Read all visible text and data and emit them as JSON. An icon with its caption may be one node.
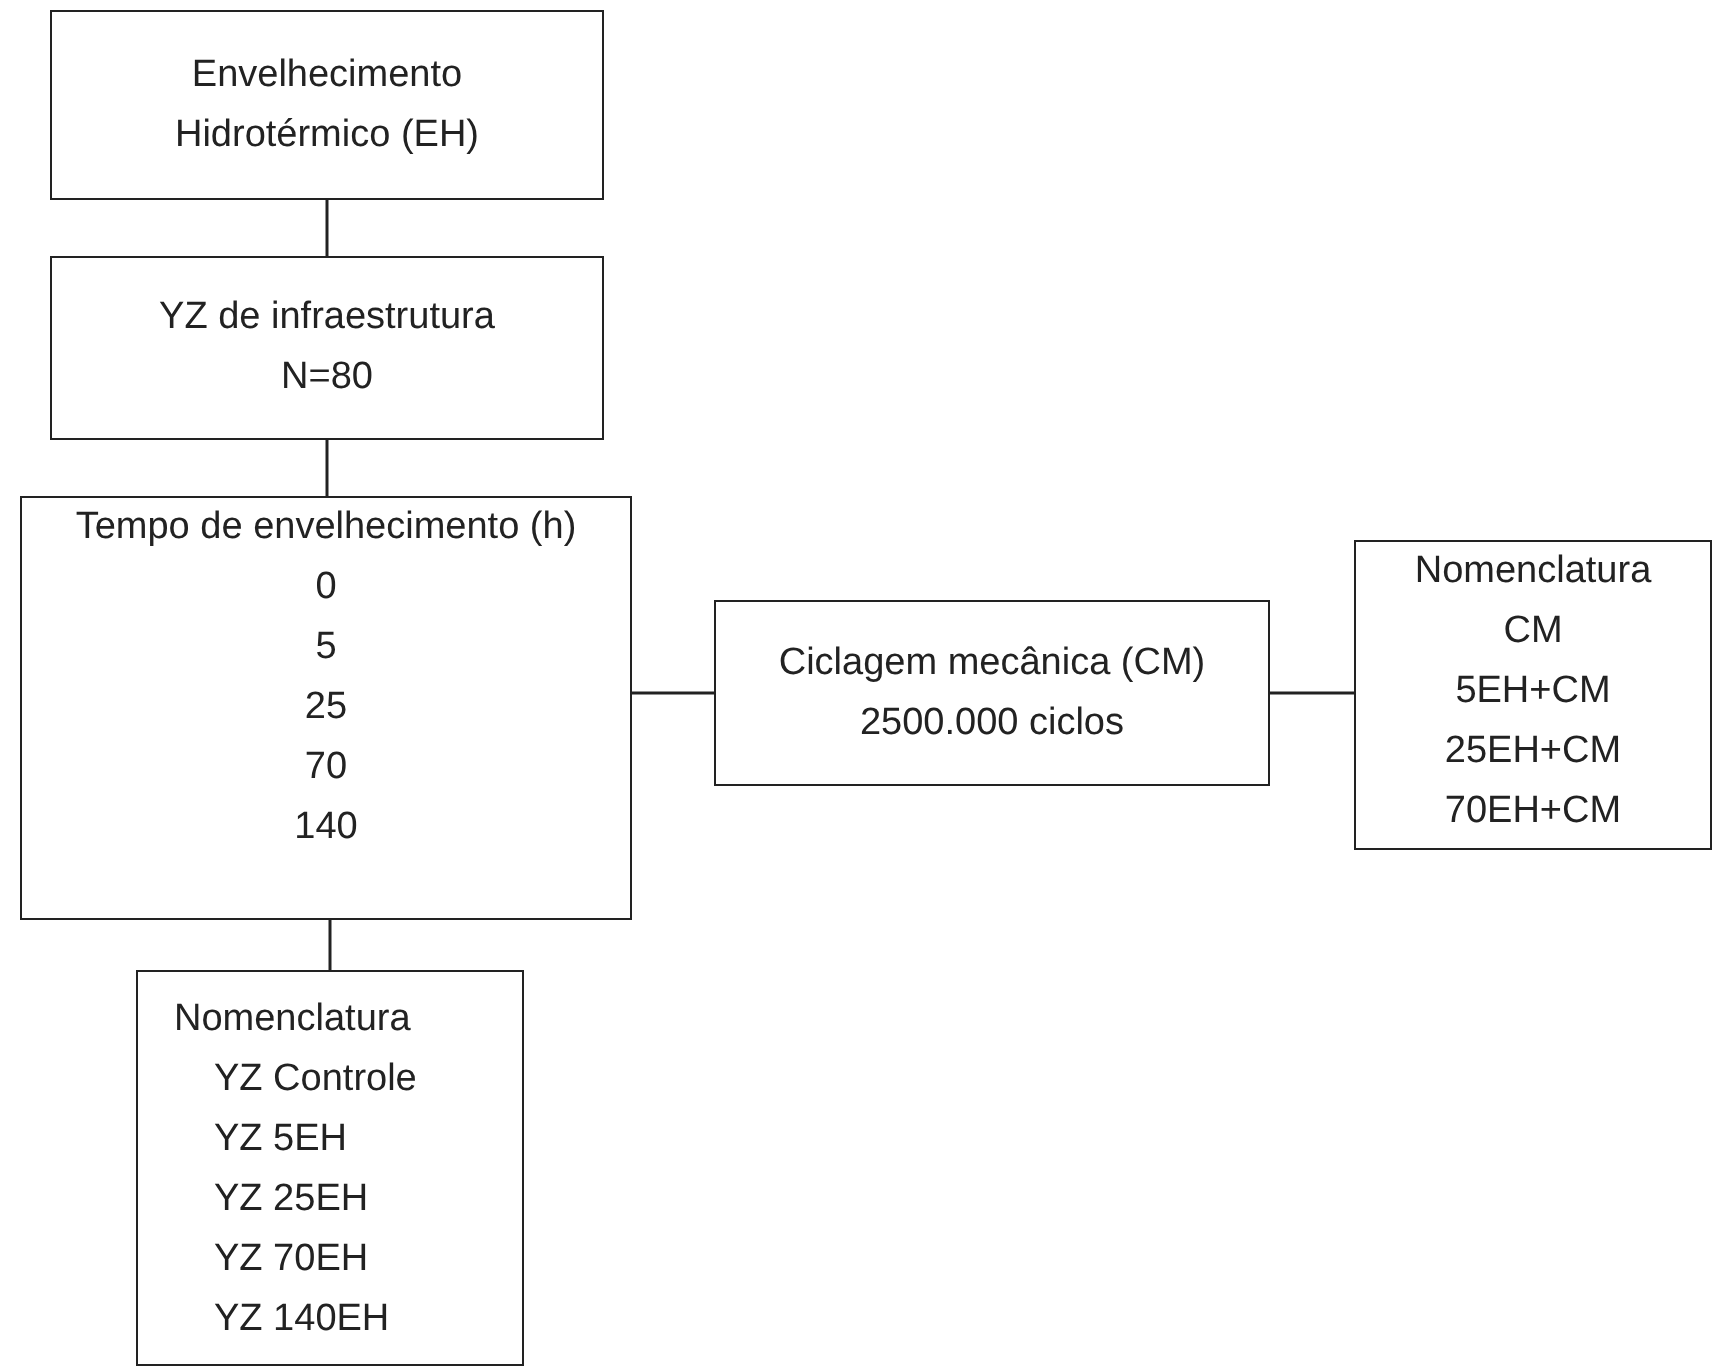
{
  "diagram": {
    "nodes": [
      {
        "text": [
          "Envelhecimento Hidrotérmico (EH)"
        ]
      },
      {
        "text": [
          "YZ de infraestrutura",
          "N=80"
        ]
      },
      {
        "text": [
          "Tempo de envelhecimento (h)",
          "0",
          "5",
          "25",
          "70",
          "140"
        ]
      },
      {
        "text": [
          "Nomenclatura",
          "YZ Controle",
          "YZ 5EH",
          "YZ 25EH",
          "YZ 70EH",
          "YZ 140EH"
        ]
      },
      {
        "text": [
          "Ciclagem mecânica (CM)",
          "2500.000 ciclos"
        ]
      },
      {
        "text": [
          "Nomenclatura",
          "CM",
          "5EH+CM",
          "25EH+CM",
          "70EH+CM"
        ]
      }
    ],
    "edges": [
      {
        "from": 0,
        "to": 1,
        "arrow": "none"
      },
      {
        "from": 1,
        "to": 2,
        "arrow": "none"
      },
      {
        "from": 2,
        "to": 3,
        "arrow": "none"
      },
      {
        "from": 2,
        "to": 4,
        "arrow": "none"
      },
      {
        "from": 4,
        "to": 5,
        "arrow": "none"
      }
    ]
  }
}
